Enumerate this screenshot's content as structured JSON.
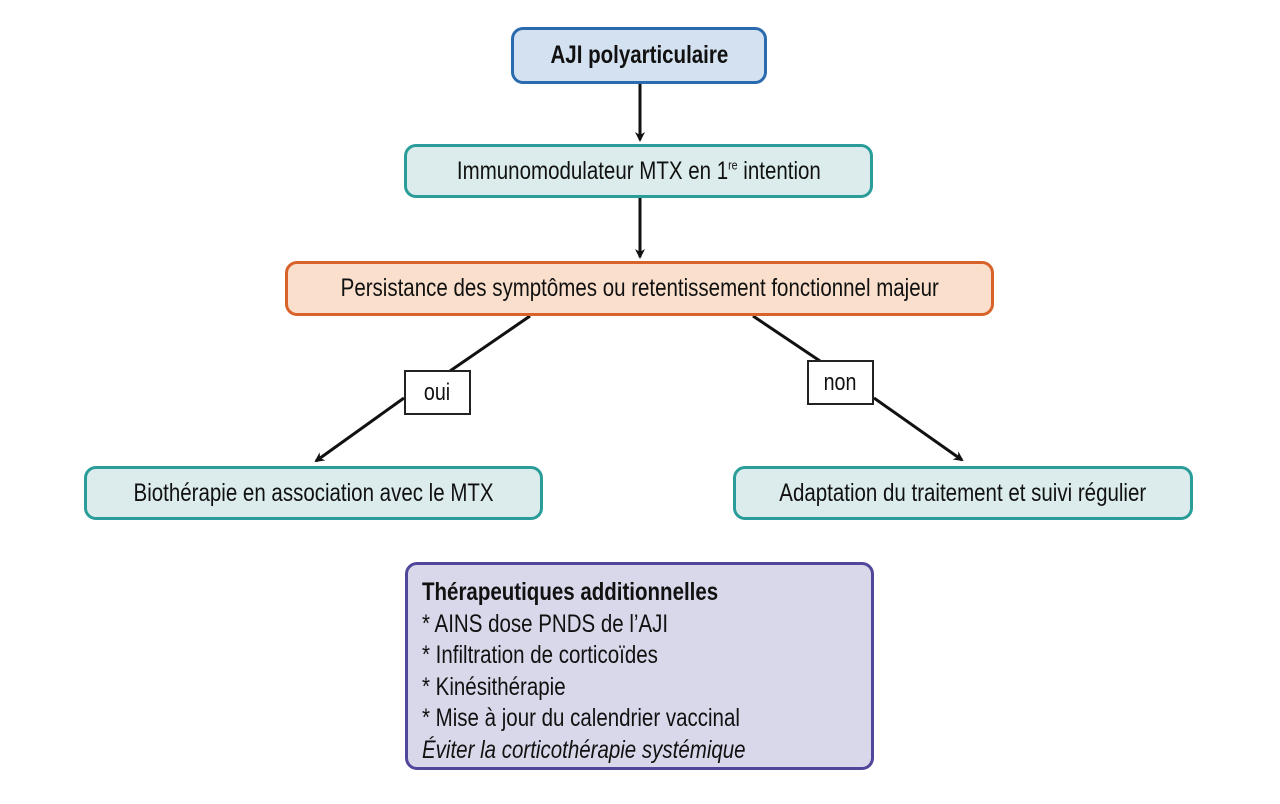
{
  "diagram": {
    "nodes": {
      "root": "AJI polyarticulaire",
      "mtx": {
        "pre": "Immunomodulateur MTX en 1",
        "sup": "re",
        "post": " intention"
      },
      "persist": "Persistance des symptômes ou retentissement fonctionnel majeur",
      "bio": "Biothérapie en association avec le MTX",
      "adapt": "Adaptation du traitement et suivi régulier"
    },
    "edge_labels": {
      "yes": "oui",
      "no": "non"
    },
    "additional": {
      "title": "Thérapeutiques additionnelles",
      "items": [
        "* AINS dose PNDS de l’AJI",
        "* Infiltration de corticoïdes",
        "* Kinésithérapie",
        "* Mise à jour du calendrier vaccinal"
      ],
      "note": "Éviter la corticothérapie systémique"
    },
    "colors": {
      "root_fill": "#d3e1f0",
      "root_border": "#2a6aae",
      "teal_fill": "#dcecec",
      "teal_border": "#2a9c99",
      "orange_fill": "#f9dfcc",
      "orange_border": "#d8622a",
      "purple_fill": "#d9d8ea",
      "purple_border": "#51479a"
    }
  }
}
